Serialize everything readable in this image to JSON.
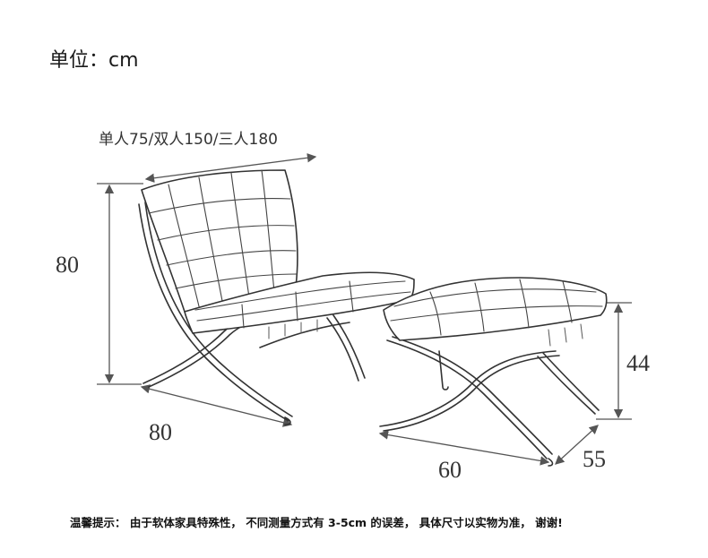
{
  "unit": {
    "label": "单位：cm"
  },
  "dimensions": {
    "width": "单人75/双人150/三人180",
    "chair_height": "80",
    "chair_depth": "80",
    "ottoman_height": "44",
    "ottoman_width": "60",
    "ottoman_depth": "55"
  },
  "footer": {
    "note": "温馨提示：  由于软体家具特殊性，  不同测量方式有 3-5cm 的误差，  具体尺寸以实物为准，  谢谢!"
  },
  "colors": {
    "line": "#333333",
    "dimension": "#555555",
    "background": "#ffffff"
  }
}
